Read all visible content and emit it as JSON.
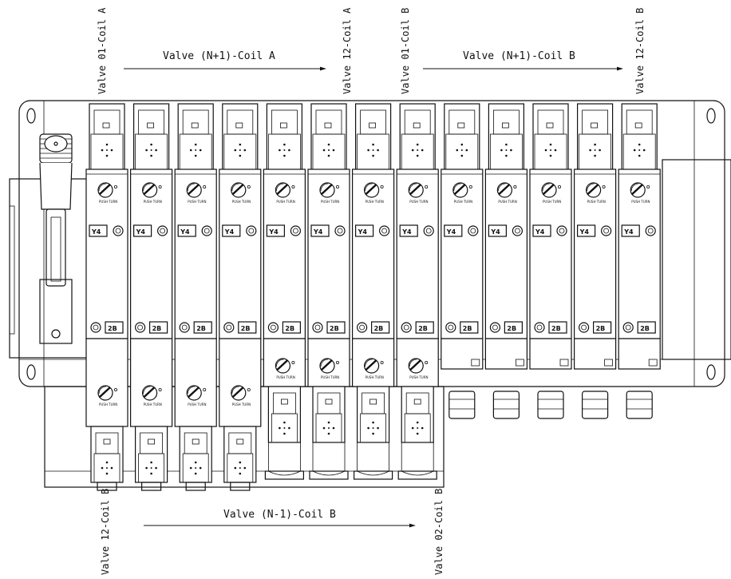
{
  "labels": {
    "top_left_start": "Valve 01-Coil A",
    "top_mid_arrow": "Valve (N+1)-Coil A",
    "top_mid_end": "Valve 12-Coil A",
    "top_right_start": "Valve 01-Coil B",
    "top_right_arrow": "Valve (N+1)-Coil B",
    "top_right_end": "Valve 12-Coil B",
    "bottom_left_start": "Valve 12-Coil B",
    "bottom_arrow": "Valve (N-1)-Coil B",
    "bottom_end": "Valve 02-Coil B"
  },
  "valve": {
    "count": 13,
    "mark_top": "Y4",
    "mark_bottom": "2B"
  },
  "icons": [
    "connector-icon",
    "manual-override-icon",
    "solenoid-connector-icon"
  ]
}
